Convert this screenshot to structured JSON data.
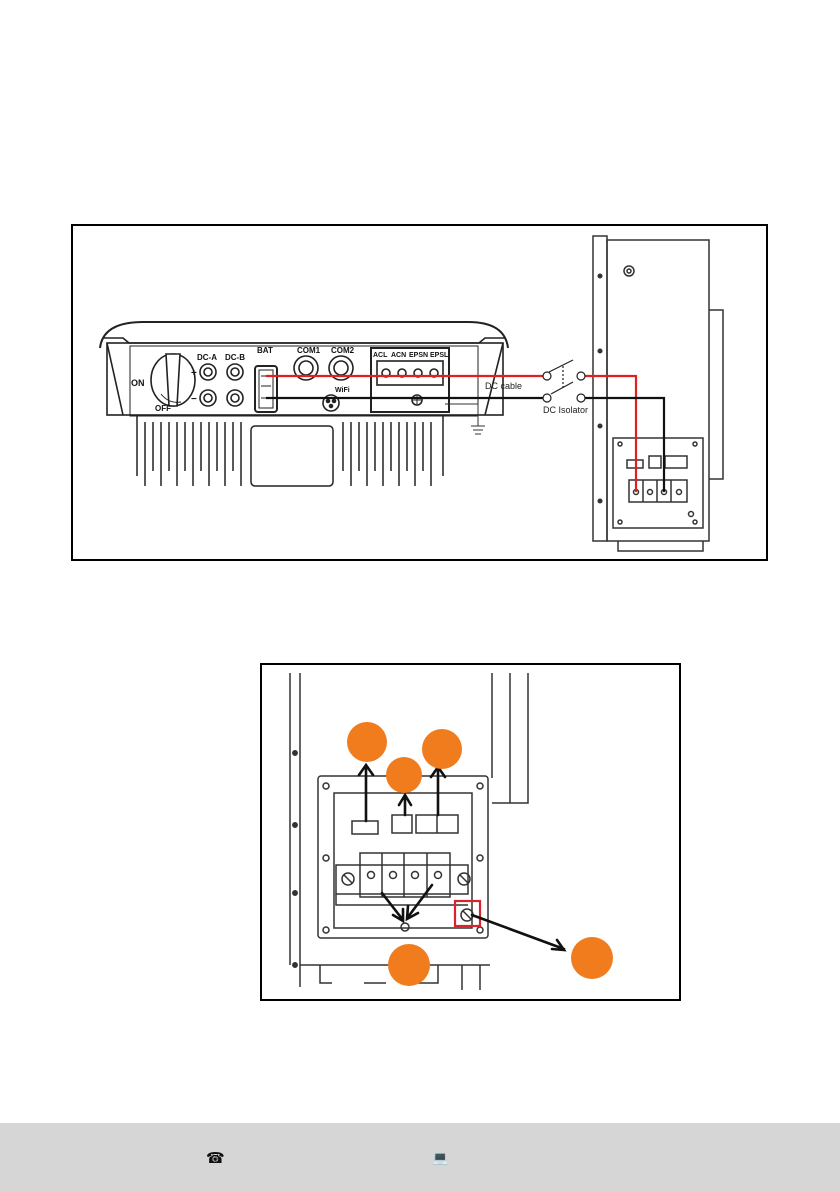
{
  "wiring_diagram": {
    "inverter": {
      "switch_on_label": "ON",
      "switch_off_label": "OFF",
      "dca_label": "DC-A",
      "dcb_label": "DC-B",
      "plus_label": "+",
      "minus_label": "−",
      "bat_label": "BAT",
      "com1_label": "COM1",
      "com2_label": "COM2",
      "wifi_label": "WiFi",
      "terminals": [
        "ACL",
        "ACN",
        "EPSN",
        "EPSL"
      ]
    },
    "dc_cable_label": "DC cable",
    "dc_isolator_label": "DC Isolator",
    "positive_wire_color": "#e02020",
    "negative_wire_color": "#111111"
  },
  "detail_diagram": {
    "callout_color": "#f07c1e",
    "highlight_color": "#d9232d"
  },
  "footer": {
    "background": "#d6d6d6",
    "phone_icon": "☎",
    "laptop_icon": "💻"
  }
}
